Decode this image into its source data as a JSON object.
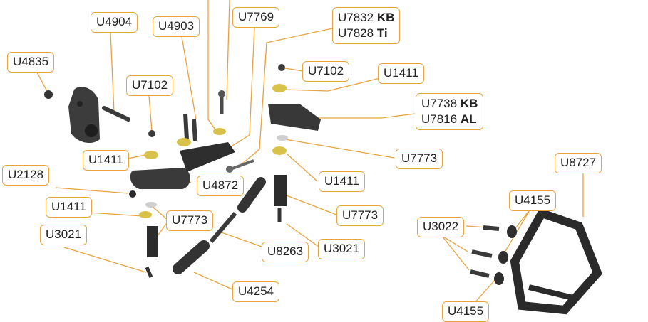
{
  "colors": {
    "leader": "#e8a33d",
    "part_dark": "#333333",
    "part_gold": "#d9c24a"
  },
  "labels": {
    "U4904": "U4904",
    "U4903": "U4903",
    "U7769": "U7769",
    "U7832": "U7832",
    "U7832_suffix": "KB",
    "U7828": "U7828",
    "U7828_suffix": "Ti",
    "U4835": "U4835",
    "U7102_a": "U7102",
    "U7102_b": "U7102",
    "U1411_a": "U1411",
    "U1411_b": "U1411",
    "U1411_c": "U1411",
    "U1411_d": "U1411",
    "U7738": "U7738",
    "U7738_suffix": "KB",
    "U7816": "U7816",
    "U7816_suffix": "AL",
    "U7773_a": "U7773",
    "U7773_b": "U7773",
    "U7773_c": "U7773",
    "U2128": "U2128",
    "U4872": "U4872",
    "U3021_a": "U3021",
    "U3021_b": "U3021",
    "U8263": "U8263",
    "U4254": "U4254",
    "U8727": "U8727",
    "U4155_a": "U4155",
    "U4155_b": "U4155",
    "U3022": "U3022"
  }
}
